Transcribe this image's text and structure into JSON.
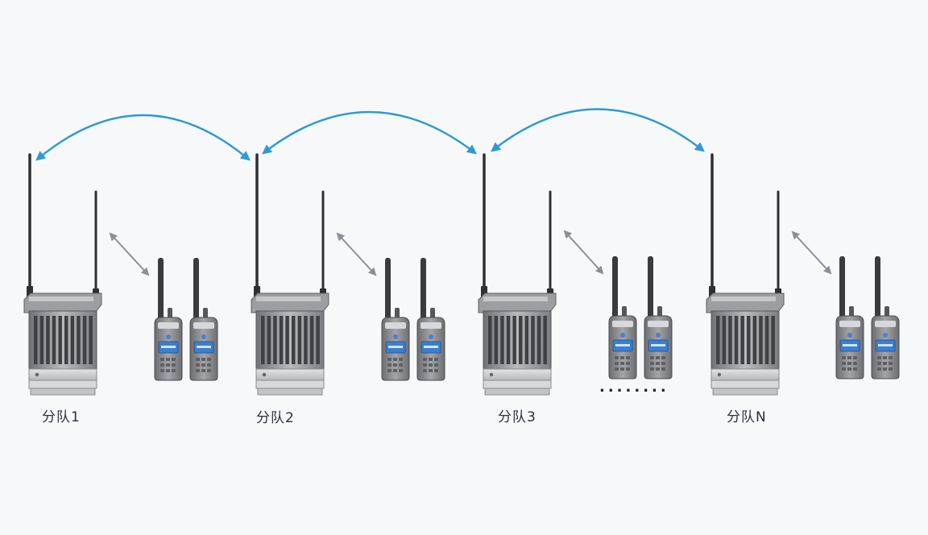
{
  "teams": [
    {
      "label": "分队1"
    },
    {
      "label": "分队2"
    },
    {
      "label": "分队3"
    },
    {
      "label": "分队N"
    }
  ],
  "ellipsis": "........",
  "colors": {
    "background": "#f7f8fa",
    "link_arrow": "#2b9bd8",
    "local_arrow": "#8e8e96",
    "device_body": "#8a8c90",
    "screen": "#3b7fd0"
  },
  "icons": {
    "relay": "base-station-radio-icon",
    "handheld": "walkie-talkie-icon"
  }
}
